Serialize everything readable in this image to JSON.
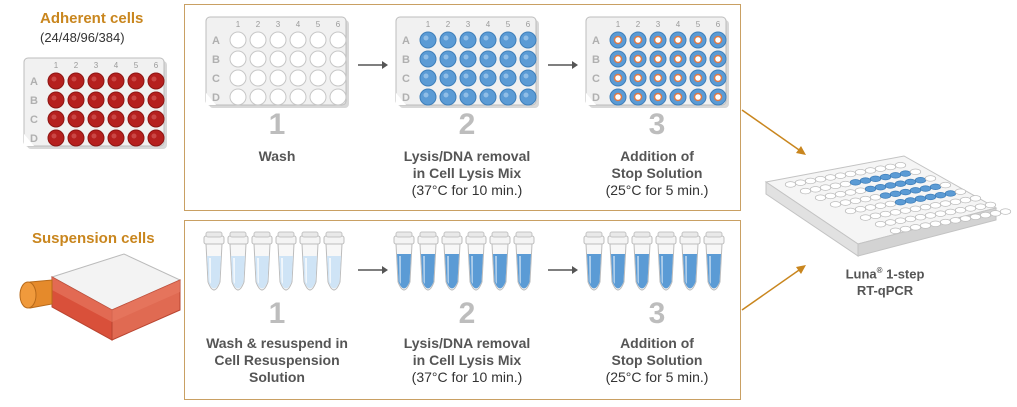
{
  "adherent": {
    "title": "Adherent cells",
    "formats": "(24/48/96/384)"
  },
  "suspension": {
    "title": "Suspension cells"
  },
  "plate": {
    "rows": [
      "A",
      "B",
      "C",
      "D"
    ],
    "cols": [
      "1",
      "2",
      "3",
      "4",
      "5",
      "6"
    ]
  },
  "adherent_steps": [
    {
      "number": "1",
      "lines": [
        "Wash"
      ]
    },
    {
      "number": "2",
      "lines": [
        "Lysis/DNA removal",
        "in Cell Lysis Mix",
        "(37°C for 10 min.)"
      ]
    },
    {
      "number": "3",
      "lines": [
        "Addition of",
        "Stop Solution",
        "(25°C for 5 min.)"
      ]
    }
  ],
  "suspension_steps": [
    {
      "number": "1",
      "lines": [
        "Wash & resuspend in",
        "Cell Resuspension",
        "Solution"
      ]
    },
    {
      "number": "2",
      "lines": [
        "Lysis/DNA removal",
        "in Cell Lysis Mix",
        "(37°C for 10 min.)"
      ]
    },
    {
      "number": "3",
      "lines": [
        "Addition of",
        "Stop Solution",
        "(25°C for 5 min.)"
      ]
    }
  ],
  "result": {
    "name": "Luna",
    "reg": "®",
    "suffix": " 1-step",
    "line2": "RT-qPCR"
  },
  "colors": {
    "accent": "#c9861e",
    "panel_border": "#c9a063",
    "well_red": "#b5201e",
    "well_blue": "#5b9bd5",
    "tube_liquid": "#5b9bd5",
    "flask_red": "#d9503a",
    "cap_orange": "#e58a2b"
  }
}
